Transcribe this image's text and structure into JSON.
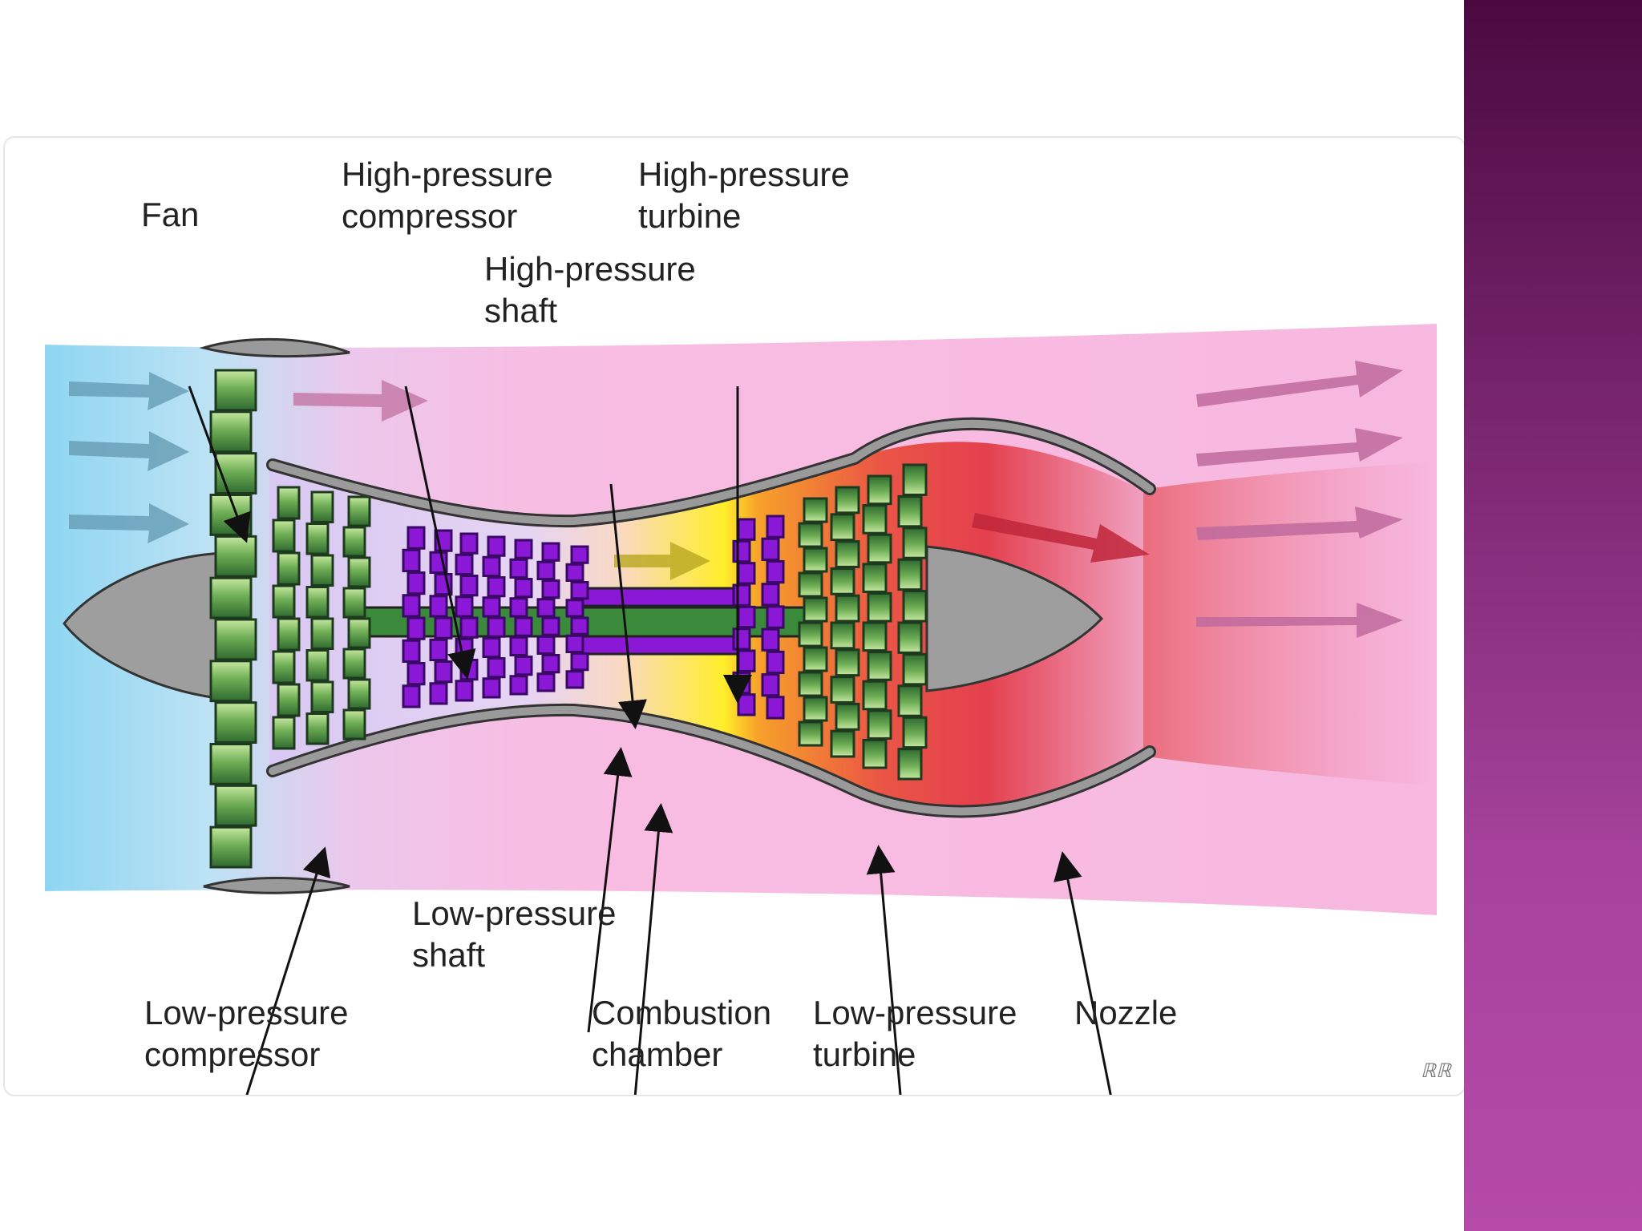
{
  "colors": {
    "inlet_air": "#8ed6f2",
    "bypass_air": "#f7b6df",
    "hot_exhaust": "#e5404e",
    "combustion": "#ffee2a",
    "low_pressure_spool": "#3b8a3b",
    "high_pressure_spool": "#8a18d6",
    "casing": "#9a9a9a",
    "sidebar_top": "#4a0a40",
    "sidebar_bottom": "#b54aa8"
  },
  "labels": {
    "fan": [
      "Fan"
    ],
    "hp_compressor": [
      "High-pressure",
      "compressor"
    ],
    "hp_turbine": [
      "High-pressure",
      "turbine"
    ],
    "hp_shaft": [
      "High-pressure",
      "shaft"
    ],
    "lp_shaft": [
      "Low-pressure",
      "shaft"
    ],
    "lp_compressor": [
      "Low-pressure",
      "compressor"
    ],
    "combustion_chamber": [
      "Combustion",
      "chamber"
    ],
    "lp_turbine": [
      "Low-pressure",
      "turbine"
    ],
    "nozzle": [
      "Nozzle"
    ],
    "signature": "ℝℝ"
  }
}
